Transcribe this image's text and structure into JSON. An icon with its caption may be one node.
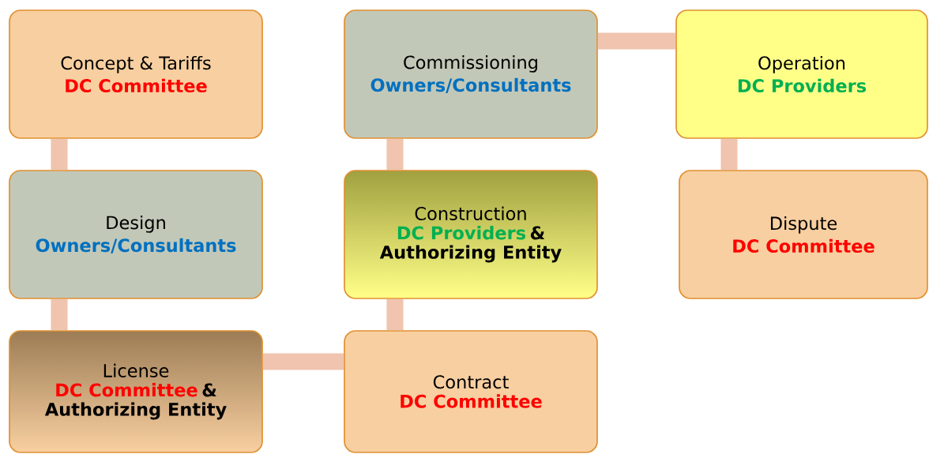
{
  "diagram": {
    "nodes": [
      {
        "text": [
          "Concept & Tariffs",
          "DC Committee"
        ]
      },
      {
        "text": [
          "Design",
          "Owners/Consultants"
        ]
      },
      {
        "text": [
          "License",
          "DC Committee",
          "&",
          "Authorizing Entity"
        ]
      },
      {
        "text": [
          "Contract",
          "DC Committee"
        ]
      },
      {
        "text": [
          "Construction",
          "DC Providers",
          "&",
          "Authorizing Entity"
        ]
      },
      {
        "text": [
          "Commissioning",
          "Owners/Consultants"
        ]
      },
      {
        "text": [
          "Operation",
          "DC Providers"
        ]
      },
      {
        "text": [
          "Dispute",
          "DC Committee"
        ]
      }
    ],
    "edges": [
      {
        "from": 0,
        "to": 1,
        "arrow": "none"
      },
      {
        "from": 1,
        "to": 2,
        "arrow": "none"
      },
      {
        "from": 2,
        "to": 3,
        "arrow": "none"
      },
      {
        "from": 3,
        "to": 4,
        "arrow": "none"
      },
      {
        "from": 4,
        "to": 5,
        "arrow": "none"
      },
      {
        "from": 5,
        "to": 6,
        "arrow": "none"
      },
      {
        "from": 6,
        "to": 7,
        "arrow": "none"
      }
    ]
  }
}
